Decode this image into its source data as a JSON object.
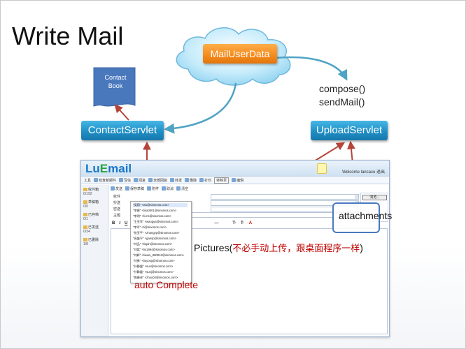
{
  "title": "Write Mail",
  "diagram": {
    "mail_user_data": "MailUserData",
    "compose_line1": "compose()",
    "compose_line2": "sendMail()",
    "contact_book": "Contact Book",
    "contact_servlet": "ContactServlet",
    "upload_servlet": "UploadServlet",
    "attachments": "attachments",
    "pictures_prefix": "Pictures(",
    "pictures_note": "不必手动上传，跟桌面程序一样",
    "pictures_suffix": ")",
    "auto_complete": "auto Complete"
  },
  "colors": {
    "servlet_blue": "#1f8fc6",
    "data_orange": "#f48a1c",
    "arrow_red": "#b5443a",
    "arrow_teal": "#4fa3c4",
    "annotation_red": "#c00000",
    "book_blue": "#4a78bd"
  },
  "app": {
    "logo_lu": "Lu",
    "logo_e": "E",
    "logo_rest": "mail",
    "welcome": "Welcome lancaco 退出",
    "toolbar": [
      "工具",
      "检查新邮件",
      "写信",
      "回复",
      "全部回复",
      "转发",
      "删除",
      "打印"
    ],
    "toolbar_select": "转移至",
    "toolbar_edit": "编辑",
    "folders": [
      {
        "name": "收件箱",
        "count": "0/192"
      },
      {
        "name": "草稿箱",
        "count": "0/0"
      },
      {
        "name": "已存档",
        "count": "0/1"
      },
      {
        "name": "已发送",
        "count": "0/34"
      },
      {
        "name": "已删除",
        "count": "1/8"
      }
    ],
    "compose_bar": [
      "发送",
      "保存草稿",
      "附件",
      "取消",
      "清空"
    ],
    "fields": [
      "收件",
      "抄送",
      "密送",
      "主题"
    ],
    "browse": "浏览...",
    "close": "×",
    "editor_tools": [
      "B",
      "I",
      "U",
      "—",
      "T·",
      "T·",
      "A"
    ],
    "autocomplete_items": [
      "\"吴翔\" <wu@sinomos.com>",
      "\"李娜\" <lina0501@sinomos.com>",
      "\"李明\" <li.ms@sinomos.com>",
      "\"王亚军\" <wangya@sinomos.com>",
      "\"李军\" <li@sinomos.com>",
      "\"张亚平\" <zhangyp@sinomos.com>",
      "\"高盛平\" <gaosp@sinomos.com>",
      "\"刘品\" <liupin@sinomos.com>",
      "\"刘歆\" <liu1994@sinomos.com>",
      "\"刘辉\" <liuwei_880812@sinomos.com>",
      "\"刘勇\" <liuyong@sinomos.com>",
      "\"孙静媛\" <sun@sinomos.com>",
      "\"孙静媛\" <sunj@sinomos.com>",
      "\"周康芸\" <zhou04@sinomos.com>"
    ]
  }
}
